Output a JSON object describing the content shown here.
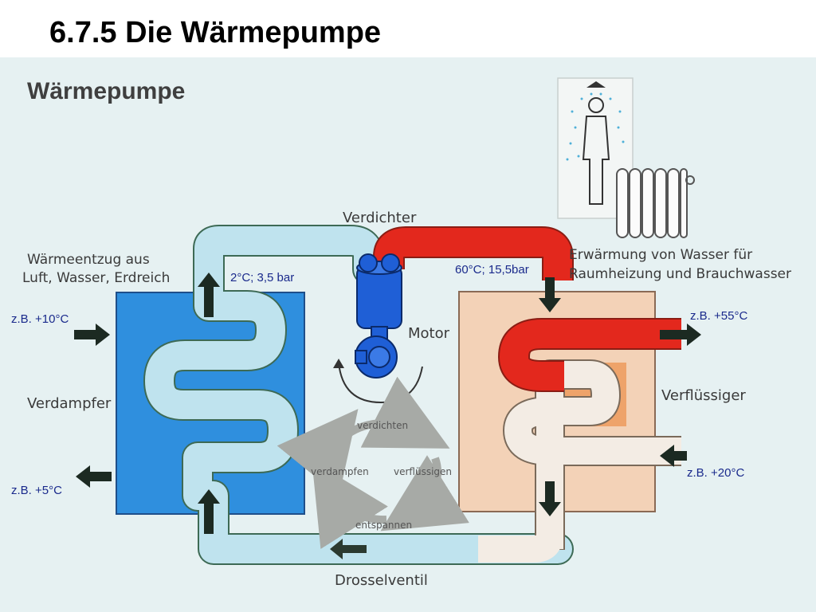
{
  "slide_title": "6.7.5 Die Wärmepumpe",
  "diagram": {
    "heading": "Wärmepumpe",
    "labels": {
      "compressor": "Verdichter",
      "heat_source_line1": "Wärmeentzug aus",
      "heat_source_line2": "Luft, Wasser, Erdreich",
      "evaporator_state": "2°C; 3,5 bar",
      "condenser_state": "60°C; 15,5bar",
      "heating_line1": "Erwärmung von Wasser für",
      "heating_line2": "Raumheizung und Brauchwasser",
      "in_temp_evap": "z.B.  +10°C",
      "out_temp_evap": "z.B.  +5°C",
      "out_temp_cond": "z.B.  +55°C",
      "in_temp_cond": "z.B.  +20°C",
      "motor": "Motor",
      "evaporator": "Verdampfer",
      "condenser": "Verflüssiger",
      "throttle_valve": "Drosselventil"
    },
    "cycle": {
      "top": "verdichten",
      "right": "verflüssigen",
      "bottom": "entspannen",
      "left": "verdampfen"
    },
    "colors": {
      "evaporator": "#2f8fde",
      "cold_pipe": "#bfe3ee",
      "hot_pipe": "#e3281d",
      "condenser": "#f3d2b7",
      "warm_zone": "#eea36a",
      "return_pipe": "#f3ece4",
      "compressor": "#1f5fd6"
    }
  }
}
